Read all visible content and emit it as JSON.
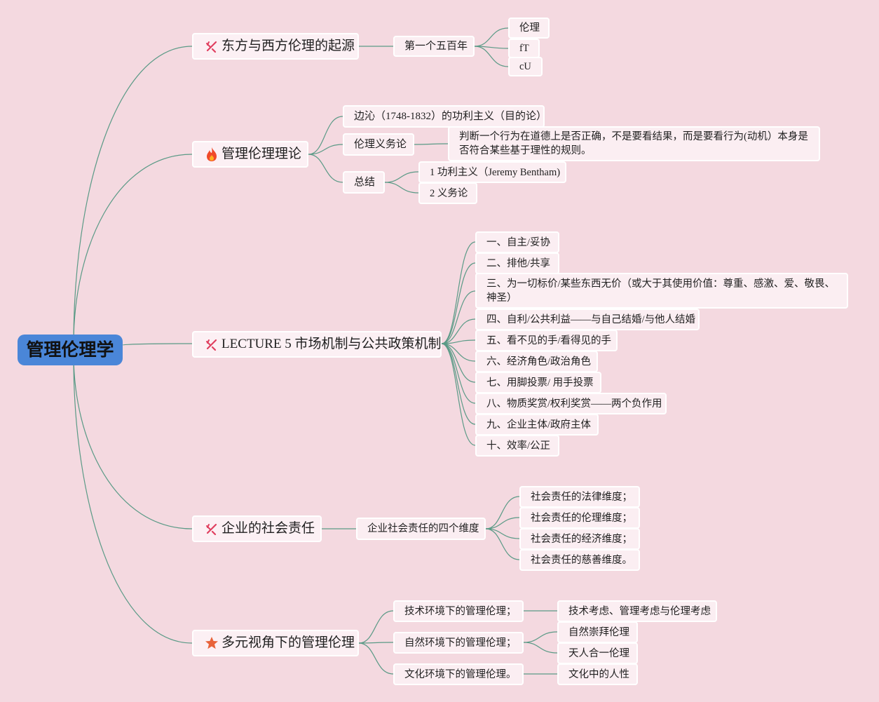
{
  "root": {
    "label": "管理伦理学"
  },
  "branches": [
    {
      "label": "东方与西方伦理的起源",
      "icon": "tools-icon",
      "children": [
        {
          "label": "第一个五百年",
          "children": [
            {
              "label": "伦理"
            },
            {
              "label": "fT"
            },
            {
              "label": "cU"
            }
          ]
        }
      ]
    },
    {
      "label": "管理伦理理论",
      "icon": "fire-icon",
      "children": [
        {
          "label": "边沁（1748-1832）的功利主义（目的论）"
        },
        {
          "label": "伦理义务论",
          "children": [
            {
              "label": "判断一个行为在道德上是否正确，不是要看结果，而是要看行为(动机）本身是否符合某些基于理性的规则。"
            }
          ]
        },
        {
          "label": "总结",
          "children": [
            {
              "label": "1 功利主义（Jeremy Bentham)"
            },
            {
              "label": "2 义务论"
            }
          ]
        }
      ]
    },
    {
      "label": "LECTURE 5 市场机制与公共政策机制",
      "icon": "tools-icon",
      "children": [
        {
          "label": "一、自主/妥协"
        },
        {
          "label": "二、排他/共享"
        },
        {
          "label": "三、为一切标价/某些东西无价（或大于其使用价值：尊重、感激、爱、敬畏、神圣）"
        },
        {
          "label": "四、自利/公共利益——与自己结婚/与他人结婚"
        },
        {
          "label": "五、看不见的手/看得见的手"
        },
        {
          "label": "六、经济角色/政治角色"
        },
        {
          "label": "七、用脚投票/ 用手投票"
        },
        {
          "label": "八、物质奖赏/权利奖赏——两个负作用"
        },
        {
          "label": "九、企业主体/政府主体"
        },
        {
          "label": "十、效率/公正"
        }
      ]
    },
    {
      "label": "企业的社会责任",
      "icon": "tools-icon",
      "children": [
        {
          "label": "企业社会责任的四个维度",
          "children": [
            {
              "label": "社会责任的法律维度；"
            },
            {
              "label": "社会责任的伦理维度；"
            },
            {
              "label": "社会责任的经济维度；"
            },
            {
              "label": "社会责任的慈善维度。"
            }
          ]
        }
      ]
    },
    {
      "label": "多元视角下的管理伦理",
      "icon": "star-icon",
      "children": [
        {
          "label": "技术环境下的管理伦理；",
          "children": [
            {
              "label": "技术考虑、管理考虑与伦理考虑"
            }
          ]
        },
        {
          "label": "自然环境下的管理伦理；",
          "children": [
            {
              "label": "自然崇拜伦理"
            },
            {
              "label": "天人合一伦理"
            }
          ]
        },
        {
          "label": "文化环境下的管理伦理。",
          "children": [
            {
              "label": "文化中的人性"
            }
          ]
        }
      ]
    }
  ],
  "colors": {
    "background": "#f4d9e0",
    "root": "#4a86d8",
    "node_fill": "#fbeef2",
    "node_border": "#ffffff",
    "link": "#5a9a86"
  }
}
